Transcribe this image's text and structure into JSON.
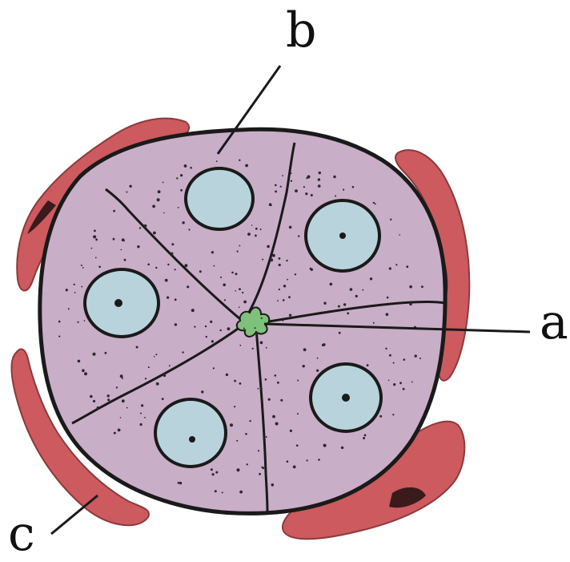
{
  "labels": {
    "a": "a",
    "b": "b",
    "c": "c"
  },
  "colors": {
    "background": "#ffffff",
    "cell_fill": "#c9aec8",
    "outline": "#1a1a1a",
    "nucleus_fill": "#b9d3dd",
    "lumen_fill": "#7fc07a",
    "capillary_fill": "#cc5a5e",
    "capillary_dark": "#3a1a1a"
  }
}
